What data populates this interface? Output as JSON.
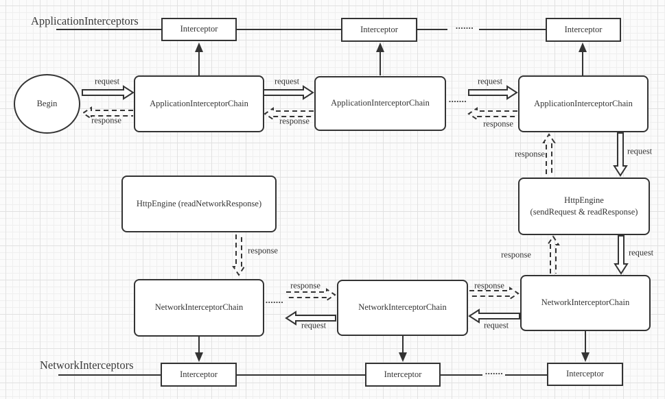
{
  "lanes": {
    "application": {
      "label": "ApplicationInterceptors"
    },
    "network": {
      "label": "NetworkInterceptors"
    }
  },
  "nodes": {
    "begin": "Begin",
    "interceptor": "Interceptor",
    "application_chain": "ApplicationInterceptorChain",
    "network_chain": "NetworkInterceptorChain",
    "http_engine_send": {
      "line1": "HttpEngine",
      "line2": "(sendRequest & readResponse)"
    },
    "http_engine_read": "HttpEngine (readNetworkResponse)"
  },
  "edges": {
    "request": "request",
    "response": "response"
  },
  "ellipsis": ".......",
  "colors": {
    "stroke": "#333333",
    "text": "#333333",
    "node_fill": "#ffffff",
    "canvas_bg": "#fbfbfb",
    "grid_minor": "#efefef",
    "grid_major": "#e1e1e1"
  }
}
